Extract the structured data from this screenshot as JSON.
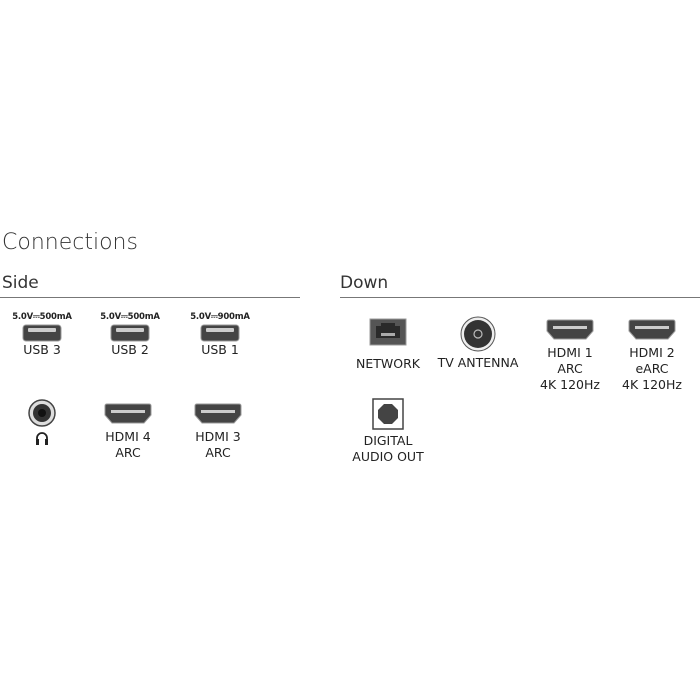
{
  "title": "Connections",
  "side": {
    "heading": "Side",
    "usb": [
      {
        "spec": "5.0V⎓500mA",
        "label": "USB 3"
      },
      {
        "spec": "5.0V⎓500mA",
        "label": "USB 2"
      },
      {
        "spec": "5.0V⎓900mA",
        "label": "USB 1"
      }
    ],
    "headphone": {
      "icon": "headphone-icon"
    },
    "hdmi": [
      {
        "line1": "HDMI 4",
        "line2": "ARC"
      },
      {
        "line1": "HDMI 3",
        "line2": "ARC"
      }
    ]
  },
  "down": {
    "heading": "Down",
    "network": "NETWORK",
    "antenna": "TV ANTENNA",
    "hdmi": [
      {
        "line1": "HDMI 1",
        "line2": "ARC",
        "line3": "4K 120Hz"
      },
      {
        "line1": "HDMI 2",
        "line2": "eARC",
        "line3": "4K 120Hz"
      }
    ],
    "digital": {
      "line1": "DIGITAL",
      "line2": "AUDIO OUT"
    }
  }
}
